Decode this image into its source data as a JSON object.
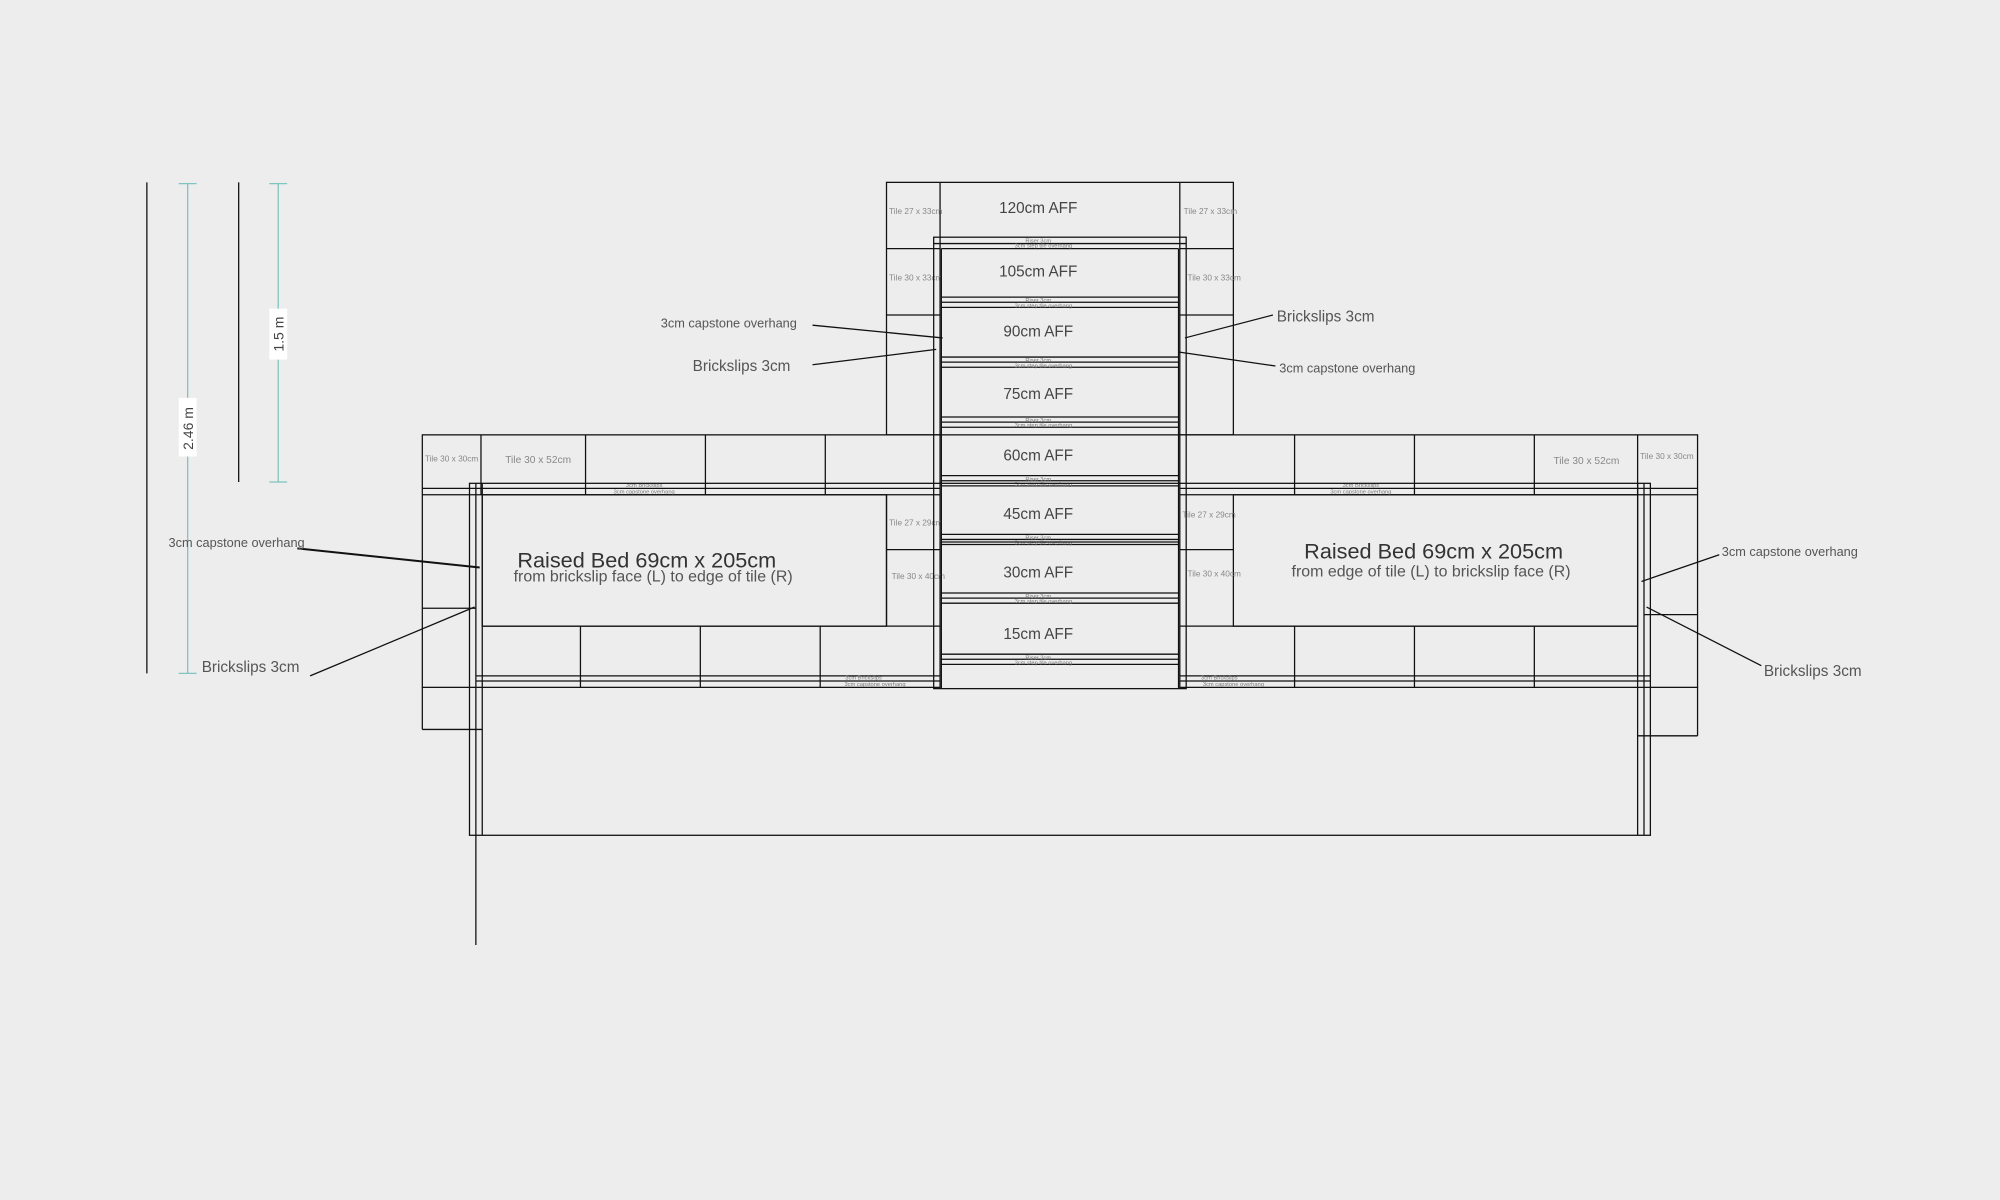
{
  "dimensions": {
    "total_height": "2.46 m",
    "upper_height": "1.5 m"
  },
  "steps": [
    "120cm AFF",
    "105cm AFF",
    "90cm AFF",
    "75cm AFF",
    "60cm AFF",
    "45cm AFF",
    "30cm AFF",
    "15cm AFF"
  ],
  "step_notes": {
    "riser": "Riser 3cm",
    "overhang": "3cm step tile overhang"
  },
  "wall_notes": {
    "brickslips": "3cm Brickslips",
    "capstone": "3cm capstone overhang"
  },
  "tiles": {
    "t27x33": "Tile 27 x 33cm",
    "t30x33": "Tile 30 x 33cm",
    "t30x30": "Tile 30 x 30cm",
    "t30x52": "Tile 30 x 52cm",
    "t27x29": "Tile 27 x 29cm",
    "t30x40": "Tile 30 x 40cm"
  },
  "annotations": {
    "capstone": "3cm capstone overhang",
    "brickslips": "Brickslips 3cm"
  },
  "beds": {
    "left": {
      "title": "Raised Bed 69cm x 205cm",
      "subtitle": "from brickslip face (L) to edge of tile (R)"
    },
    "right": {
      "title": "Raised Bed 69cm x 205cm",
      "subtitle": "from edge of tile (L) to brickslip face (R)"
    }
  }
}
